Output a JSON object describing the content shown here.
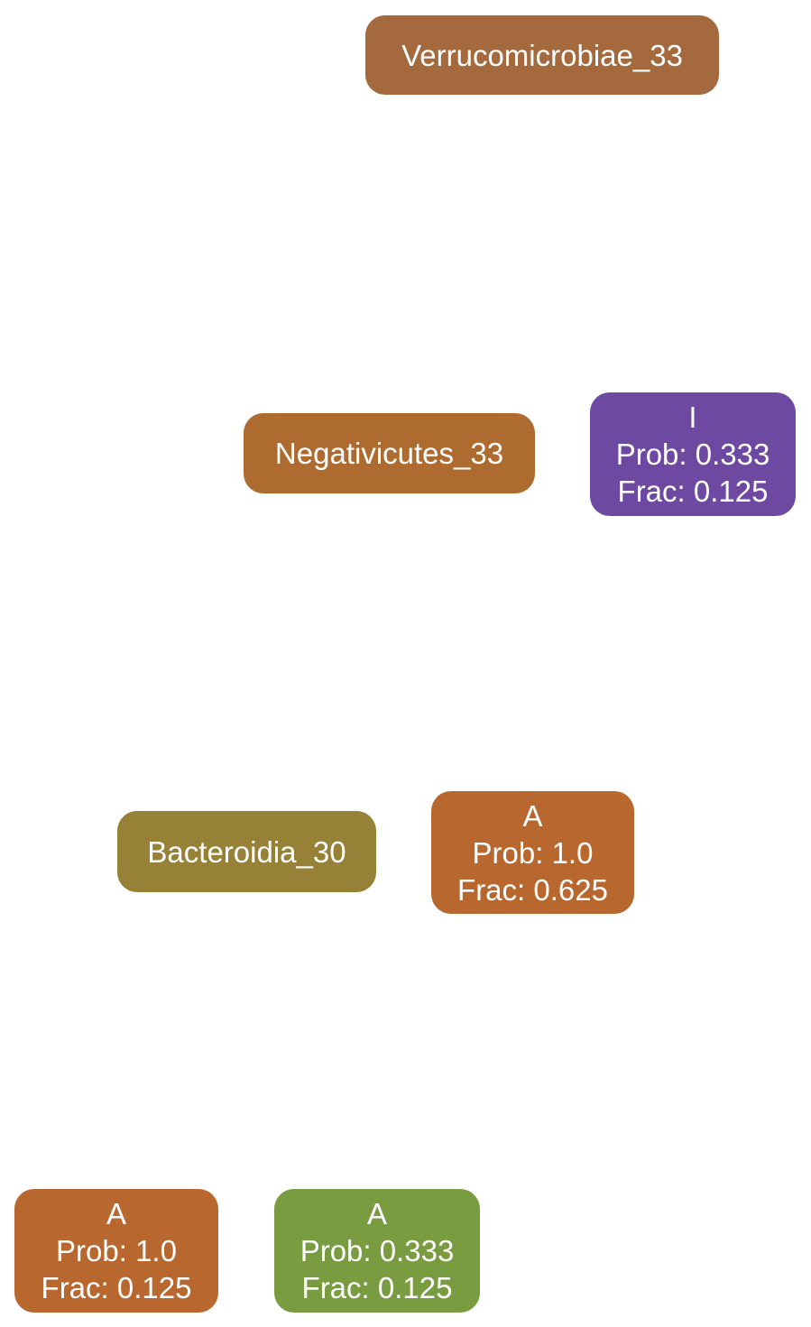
{
  "nodes": {
    "verrucomicrobiae": {
      "label": "Verrucomicrobiae_33",
      "color": "#a46a3e"
    },
    "negativicutes": {
      "label": "Negativicutes_33",
      "color": "#ae6b30"
    },
    "bacteroidia": {
      "label": "Bacteroidia_30",
      "color": "#978136"
    },
    "leaf_i": {
      "label": "I",
      "prob": "Prob: 0.333",
      "frac": "Frac: 0.125",
      "color": "#6d49a2"
    },
    "leaf_a_middle": {
      "label": "A",
      "prob": "Prob: 1.0",
      "frac": "Frac: 0.625",
      "color": "#b8672e"
    },
    "leaf_a_bottom_left": {
      "label": "A",
      "prob": "Prob: 1.0",
      "frac": "Frac: 0.125",
      "color": "#b8672e"
    },
    "leaf_a_bottom_right": {
      "label": "A",
      "prob": "Prob: 0.333",
      "frac": "Frac: 0.125",
      "color": "#7a9c40"
    }
  }
}
